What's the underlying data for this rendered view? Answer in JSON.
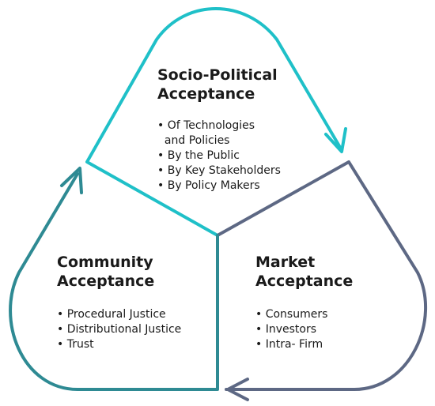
{
  "colors": {
    "socio": "#1fc0c8",
    "market": "#5d6884",
    "community": "#2e8a93",
    "text": "#1a1a1a"
  },
  "socio_political": {
    "title_line1": "Socio-Political",
    "title_line2": "Acceptance",
    "items": [
      "• Of Technologies",
      "  and Policies",
      "• By the Public",
      "• By Key Stakeholders",
      "• By Policy Makers"
    ]
  },
  "community": {
    "title_line1": "Community",
    "title_line2": "Acceptance",
    "items": [
      "• Procedural Justice",
      "• Distributional Justice",
      "• Trust"
    ]
  },
  "market": {
    "title_line1": "Market",
    "title_line2": "Acceptance",
    "items": [
      "• Consumers",
      "• Investors",
      "• Intra- Firm"
    ]
  }
}
